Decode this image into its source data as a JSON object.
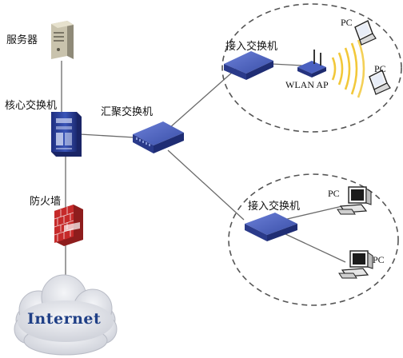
{
  "labels": {
    "server": "服务器",
    "core_switch": "核心交换机",
    "aggregation_switch": "汇聚交换机",
    "firewall": "防火墙",
    "internet": "Internet",
    "access_switch_1": "接入交换机",
    "access_switch_2": "接入交换机",
    "wlan_ap": "WLAN AP",
    "pc_laptop_1": "PC",
    "pc_laptop_2": "PC",
    "pc_desktop_1": "PC",
    "pc_desktop_2": "PC"
  },
  "icons": {
    "server": "server-icon",
    "core_switch": "core-switch-icon",
    "aggregation_switch": "switch-icon",
    "firewall": "firewall-icon",
    "internet": "cloud-icon",
    "access_switch": "switch-icon",
    "wlan_ap": "wireless-ap-icon",
    "laptop": "laptop-icon",
    "desktop": "desktop-pc-icon"
  },
  "colors": {
    "switch_blue": "#3a4fa8",
    "core_blue": "#2b3f9a",
    "firewall_red": "#c62a2a",
    "wifi_yellow": "#f2c83a",
    "cloud_gray": "#d6d8df",
    "internet_text": "#1f3f86",
    "link_gray": "#666666",
    "group_dash": "#555555"
  }
}
